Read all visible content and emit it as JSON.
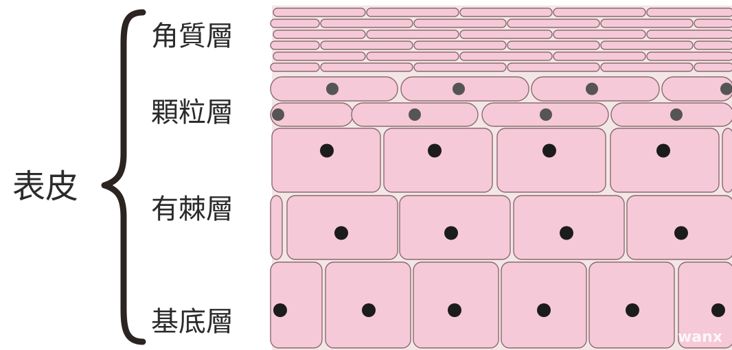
{
  "diagram": {
    "group_label": "表皮",
    "layers": [
      {
        "key": "stratum-corneum",
        "label": "角質層"
      },
      {
        "key": "stratum-granulosum",
        "label": "顆粒層"
      },
      {
        "key": "stratum-spinosum",
        "label": "有棘層"
      },
      {
        "key": "stratum-basale",
        "label": "基底層"
      }
    ],
    "watermark": "wanx"
  },
  "colors": {
    "cell_fill": "#f6c9d8",
    "cell_stroke": "#8a6a6f",
    "gap_fill": "#f3e6e6",
    "nucleus_dark": "#1c1c1c",
    "nucleus_gray": "#555555",
    "brace": "#2b2420"
  }
}
